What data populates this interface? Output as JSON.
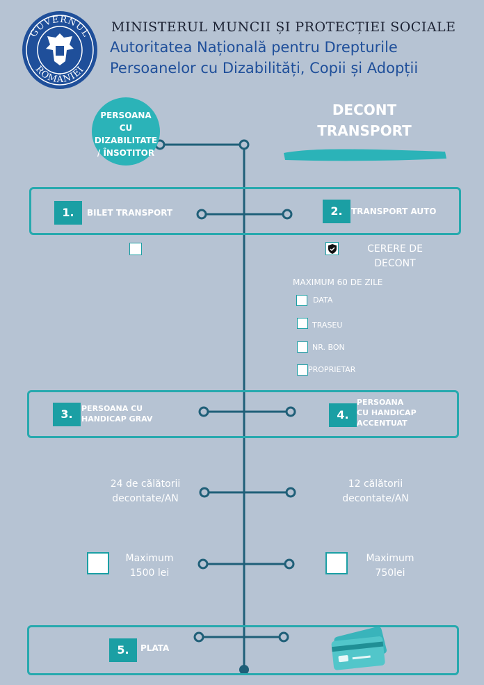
{
  "header": {
    "seal_top_text": "GUVERNUL",
    "seal_bottom_text": "ROMÂNIEI",
    "ministry": "MINISTERUL MUNCII ȘI PROTECȚIEI SOCIALE",
    "authority_line1": "Autoritatea Națională pentru Drepturile",
    "authority_line2": "Persoanelor cu Dizabilități, Copii și Adopții"
  },
  "start": {
    "line1": "PERSOANA",
    "line2": "CU",
    "line3": "DIZABILITATE",
    "line4": "/ ÎNSOTITOR"
  },
  "title": {
    "line1": "DECONT",
    "line2": "TRANSPORT"
  },
  "step1": {
    "number": "1.",
    "label": "BILET TRANSPORT"
  },
  "step2": {
    "number": "2.",
    "label": "TRANSPORT AUTO"
  },
  "requests": {
    "line1": "CERERE DE",
    "line2": "DECONT",
    "max_days": "MAXIMUM 60 DE ZILE",
    "items": [
      "DATA",
      "TRASEU",
      "NR. BON",
      "PROPRIETAR"
    ]
  },
  "step3": {
    "number": "3.",
    "line1": "PERSOANA CU",
    "line2": "HANDICAP GRAV"
  },
  "step4": {
    "number": "4.",
    "line1": "PERSOANA",
    "line2": "CU HANDICAP",
    "line3": "ACCENTUAT"
  },
  "trips": {
    "left_line1": "24 de călătorii",
    "left_line2": "decontate/AN",
    "right_line1": "12 călătorii",
    "right_line2": "decontate/AN"
  },
  "limits": {
    "left_line1": "Maximum",
    "left_line2": "1500 lei",
    "right_line1": "Maximum",
    "right_line2": "750lei"
  },
  "step5": {
    "number": "5.",
    "label": "PLATA"
  },
  "colors": {
    "background": "#b6c3d3",
    "teal": "#27a9ae",
    "navy_line": "#1f5f78",
    "seal_blue": "#1f4f9a"
  }
}
